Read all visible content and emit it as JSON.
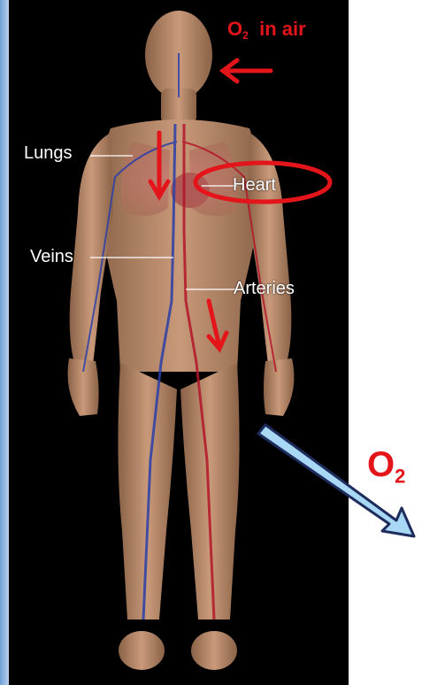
{
  "labels": {
    "lungs": "Lungs",
    "heart": "Heart",
    "veins": "Veins",
    "arteries": "Arteries"
  },
  "oxygen_in_air": {
    "symbol": "O",
    "subscript": "2",
    "suffix": "in air"
  },
  "oxygen_out": {
    "symbol": "O",
    "subscript": "2"
  },
  "colors": {
    "accent_red": "#e3151a",
    "arrow_blue": "#a9d8f5",
    "vein_blue": "#2b3fa8",
    "artery_red": "#b3162a",
    "panel_black": "#000000"
  }
}
